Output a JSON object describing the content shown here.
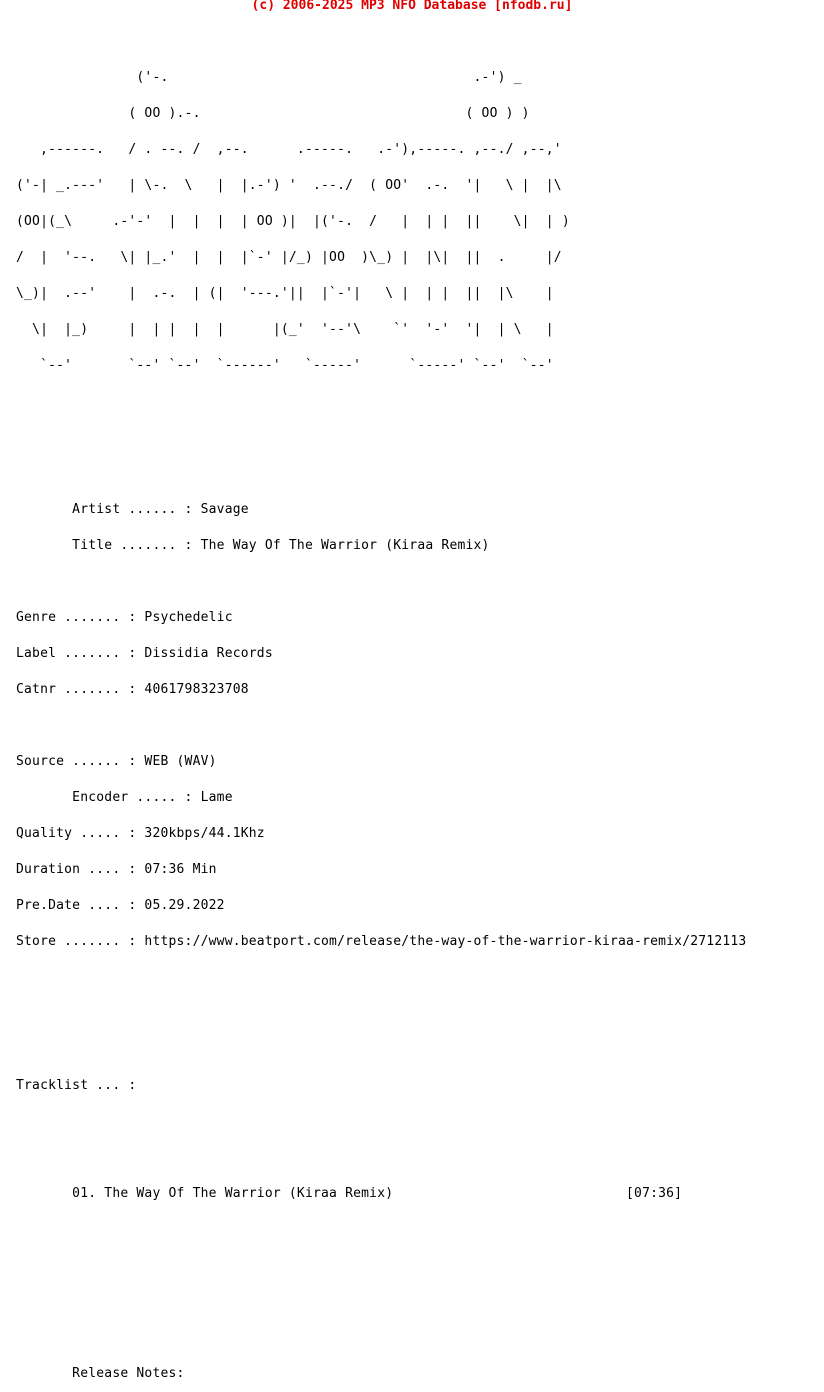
{
  "header": {
    "title": "(c) 2006-2025 MP3 NFO Database [nfodb.ru]",
    "color": "#e00000"
  },
  "logo": {
    "lines": [
      "                                                                  ",
      "               ('-.                                      .-') _   ",
      "              ( OO ).-.                                 ( OO ) )  ",
      "   ,------.   / . --. /  ,--.      .-----.   .-'),-----. ,--./ ,--,' ",
      "('-| _.---'   | \\-.  \\   |  |.-') '  .--./  ( OO'  .-.  '|   \\ |  |\\ ",
      "(OO|(_\\     .-'-'  |  |  |  | OO )|  |('-.  /   |  | |  ||    \\|  | )",
      "/  |  '--.   \\| |_.'  |  |  |`-' |/_) |OO  )\\_) |  |\\|  ||  .     |/ ",
      "\\_)|  .--'    |  .-.  | (|  '---.'||  |`-'|   \\ |  | |  ||  |\\    |  ",
      "  \\|  |_)     |  | |  |  |      |(_'  '--'\\    `'  '-'  '|  | \\   |  ",
      "   `--'       `--' `--'  `------'   `-----'      `-----' `--'  `--'  "
    ]
  },
  "release": {
    "artist_line": "       Artist ...... : Savage",
    "title_line": "       Title ....... : The Way Of The Warrior (Kiraa Remix)",
    "genre_line": "Genre ....... : Psychedelic",
    "label_line": "Label ....... : Dissidia Records",
    "catnr_line": "Catnr ....... : 4061798323708",
    "source_line": "Source ...... : WEB (WAV)",
    "encoder_line": "       Encoder ..... : Lame",
    "quality_line": "Quality ..... : 320kbps/44.1Khz",
    "duration_line": "Duration .... : 07:36 Min",
    "predate_line": "Pre.Date .... : 05.29.2022",
    "store_line": "Store ....... : https://www.beatport.com/release/the-way-of-the-warrior-kiraa-remix/2712113"
  },
  "tracklist": {
    "heading": "Tracklist ... :",
    "tracks": [
      "       01. The Way Of The Warrior (Kiraa Remix)                             [07:36]"
    ]
  },
  "notes": {
    "heading": "       Release Notes:"
  }
}
